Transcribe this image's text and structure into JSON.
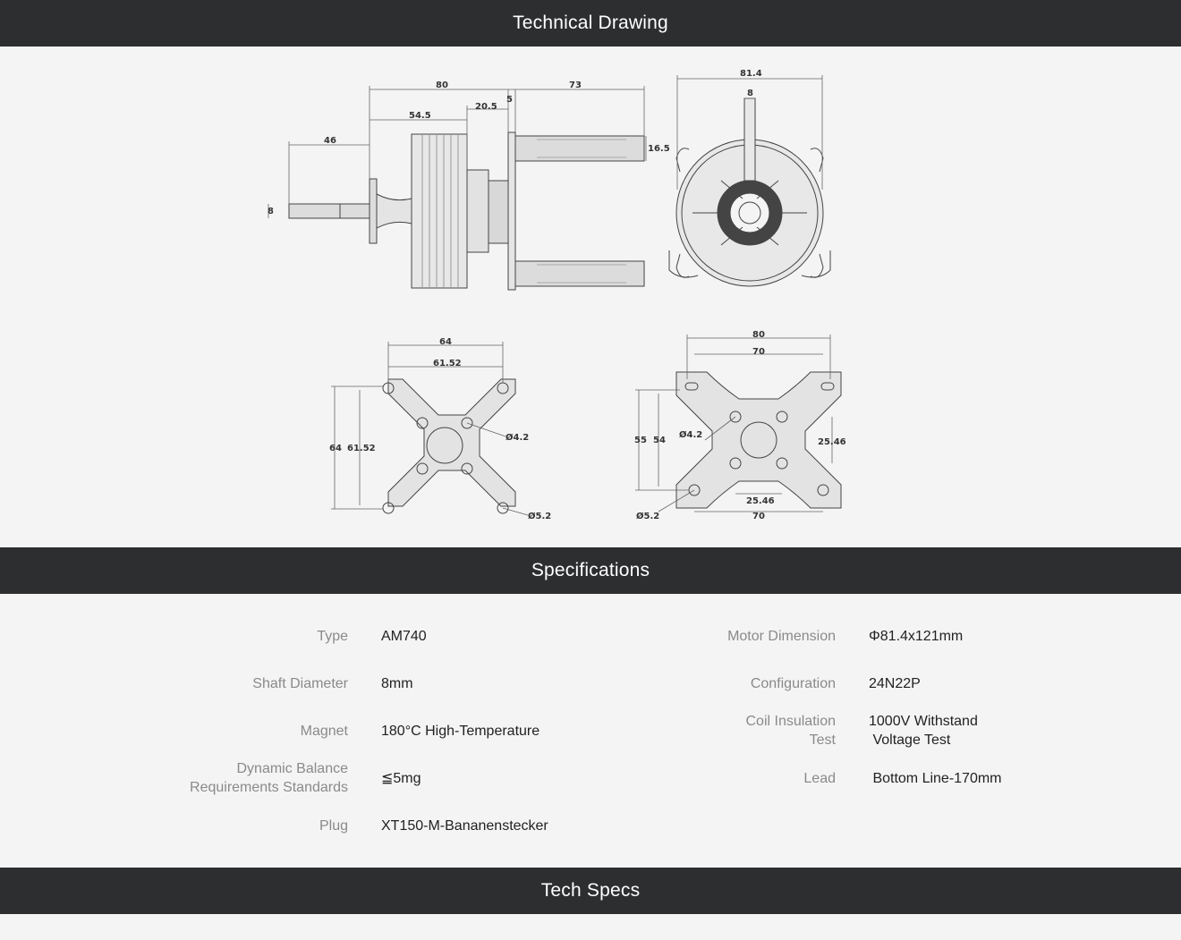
{
  "sections": {
    "drawing_title": "Technical Drawing",
    "specs_title": "Specifications",
    "tech_title": "Tech Specs"
  },
  "drawing_dims": {
    "side_view": [
      "80",
      "54.5",
      "20.5",
      "5",
      "73",
      "46",
      "16.5",
      "8"
    ],
    "front_view": [
      "81.4",
      "8"
    ],
    "mount_a": [
      "64",
      "61.52",
      "64",
      "61.52",
      "Ø4.2",
      "Ø5.2"
    ],
    "mount_b": [
      "80",
      "70",
      "55",
      "54",
      "Ø4.2",
      "25.46",
      "25.46",
      "70",
      "Ø5.2"
    ]
  },
  "specs_left": [
    {
      "label": "Type",
      "value": "AM740"
    },
    {
      "label": "Shaft Diameter",
      "value": "8mm"
    },
    {
      "label": "Magnet",
      "value": "180°C High-Temperature"
    },
    {
      "label": "Dynamic Balance\nRequirements Standards",
      "value": "≦5mg"
    },
    {
      "label": "Plug",
      "value": "XT150-M-Bananenstecker"
    }
  ],
  "specs_right": [
    {
      "label": "Motor Dimension",
      "value": "Φ81.4x121mm"
    },
    {
      "label": "Configuration",
      "value": "24N22P"
    },
    {
      "label": "Coil Insulation\nTest",
      "value": "1000V Withstand\n Voltage Test"
    },
    {
      "label": "Lead",
      "value": " Bottom Line-170mm"
    }
  ]
}
